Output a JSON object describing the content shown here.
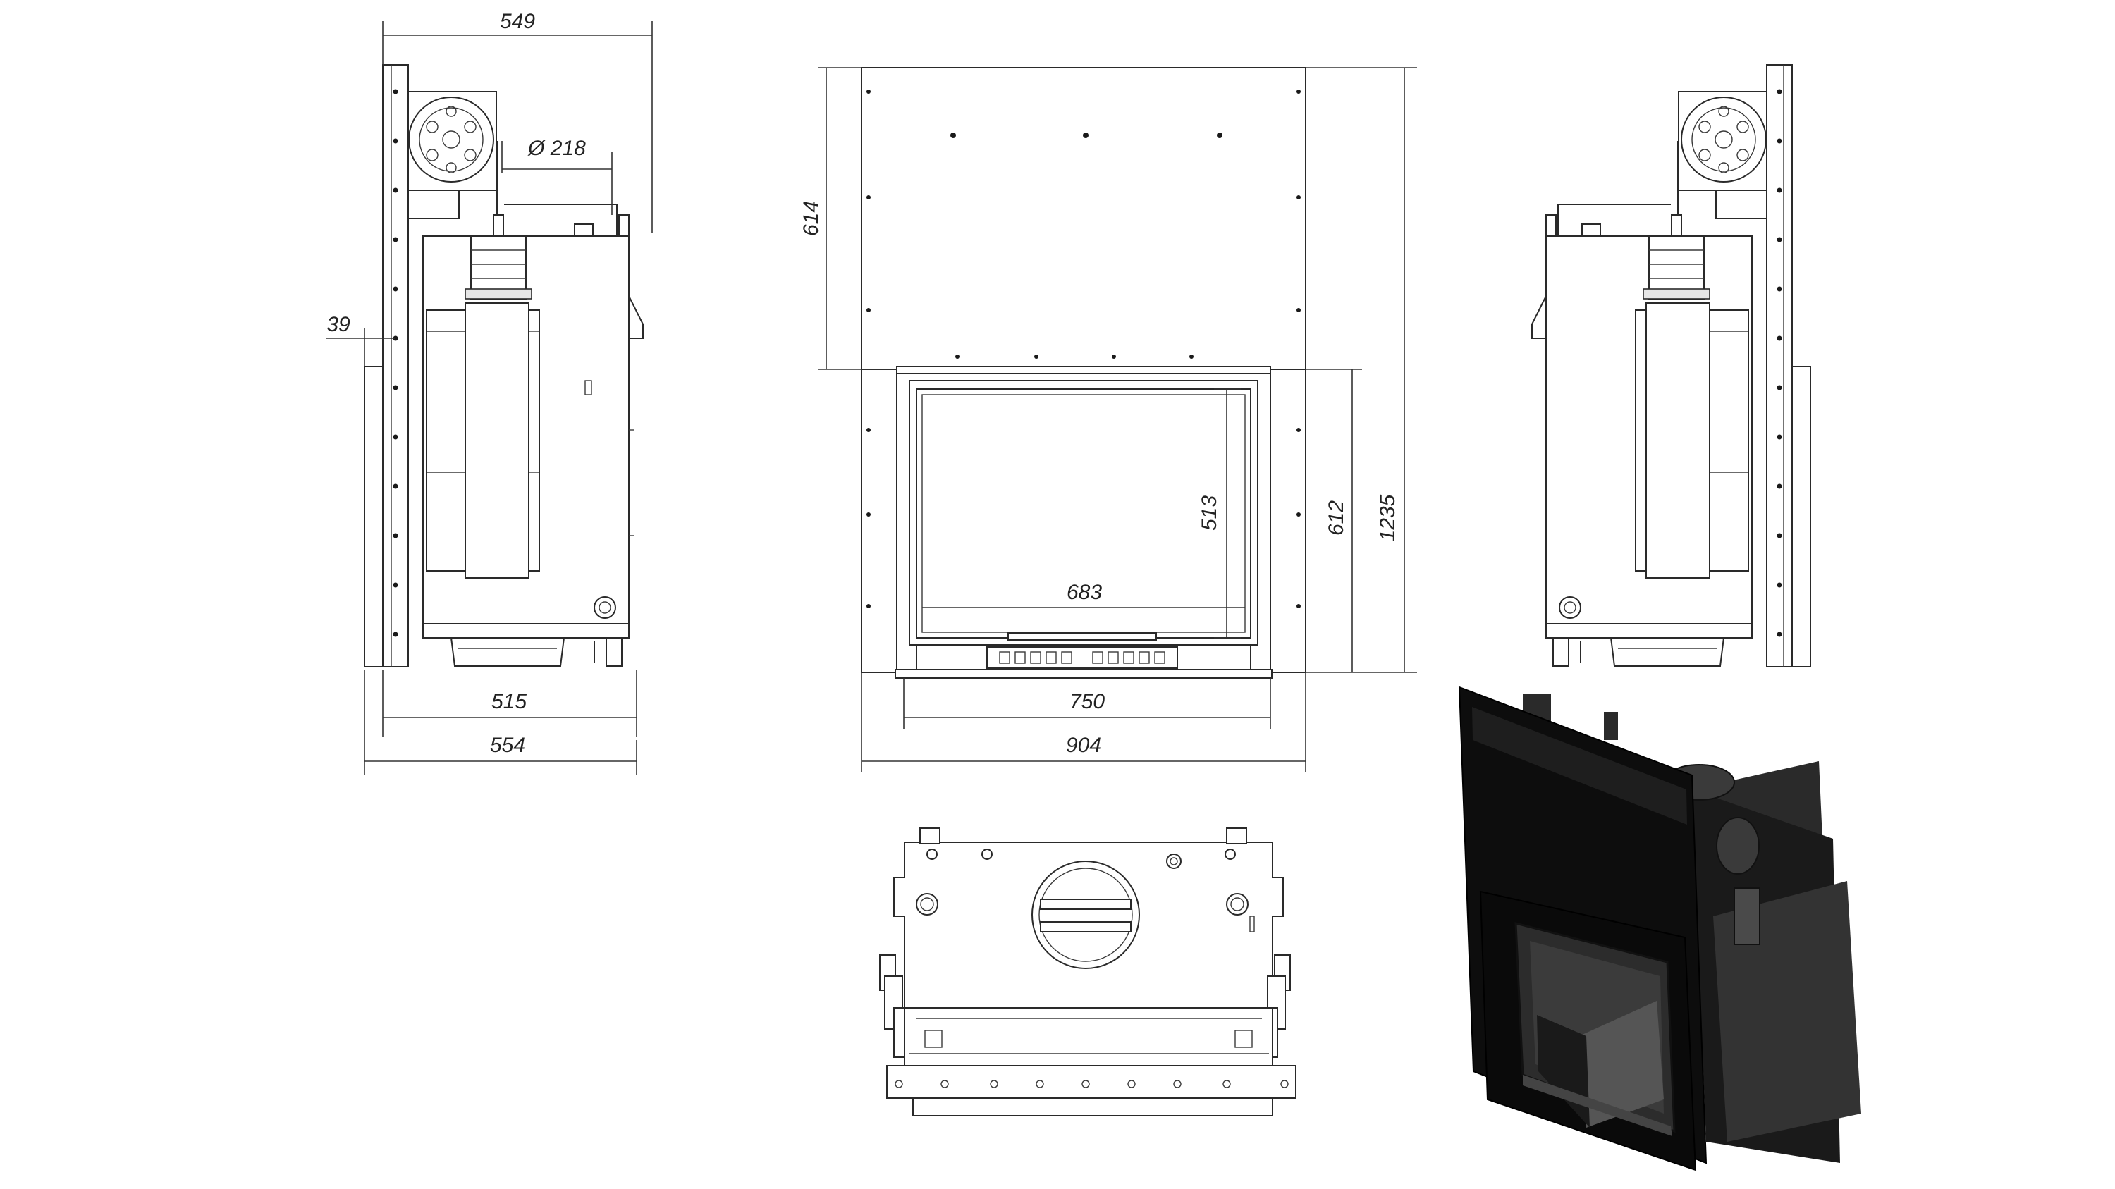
{
  "dimensions": {
    "side_width_top": "549",
    "flue_diameter": "Ø 218",
    "side_offset": "39",
    "side_depth_515": "515",
    "side_depth_554": "554",
    "front_top_height": "614",
    "front_glass_height": "513",
    "front_glass_width": "683",
    "front_body_height": "612",
    "front_total_height": "1235",
    "front_door_width": "750",
    "front_total_width": "904"
  },
  "colors": {
    "line": "#2a2a2a",
    "render_body": "#0d0d0d",
    "background": "#ffffff"
  }
}
